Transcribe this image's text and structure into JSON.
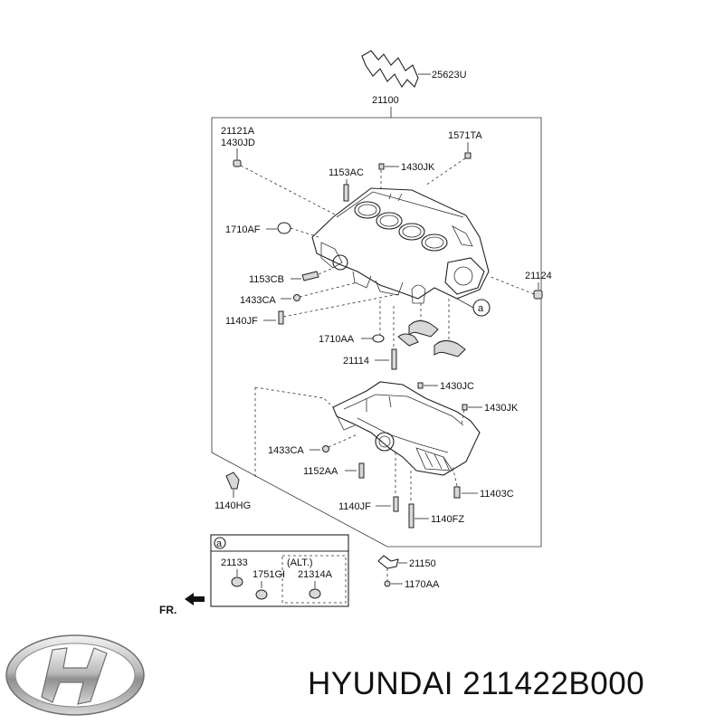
{
  "labels": {
    "p25623U": "25623U",
    "p21100": "21100",
    "p21121A": "21121A",
    "p1430JD": "1430JD",
    "p1571TA": "1571TA",
    "p1153AC": "1153AC",
    "p1430JK_top": "1430JK",
    "p1710AF": "1710AF",
    "p1153CB": "1153CB",
    "p21124": "21124",
    "p1433CA_top": "1433CA",
    "p1140JF_top": "1140JF",
    "callout_a": "a",
    "p1710AA": "1710AA",
    "p21114": "21114",
    "p1430JC": "1430JC",
    "p1430JK_bottom": "1430JK",
    "p1433CA_bottom": "1433CA",
    "p1152AA": "1152AA",
    "p1140HG": "1140HG",
    "p11403C": "11403C",
    "p1140JF_bottom": "1140JF",
    "p1140FZ": "1140FZ",
    "p21150": "21150",
    "p1170AA": "1170AA"
  },
  "inset": {
    "header": "a",
    "p21133": "21133",
    "p1751GI": "1751GI",
    "alt_label": "(ALT.)",
    "p21314A": "21314A"
  },
  "direction": {
    "label": "FR."
  },
  "brand": {
    "logo": "hyundai-logo-icon",
    "text": "HYUNDAI 211422B000"
  }
}
